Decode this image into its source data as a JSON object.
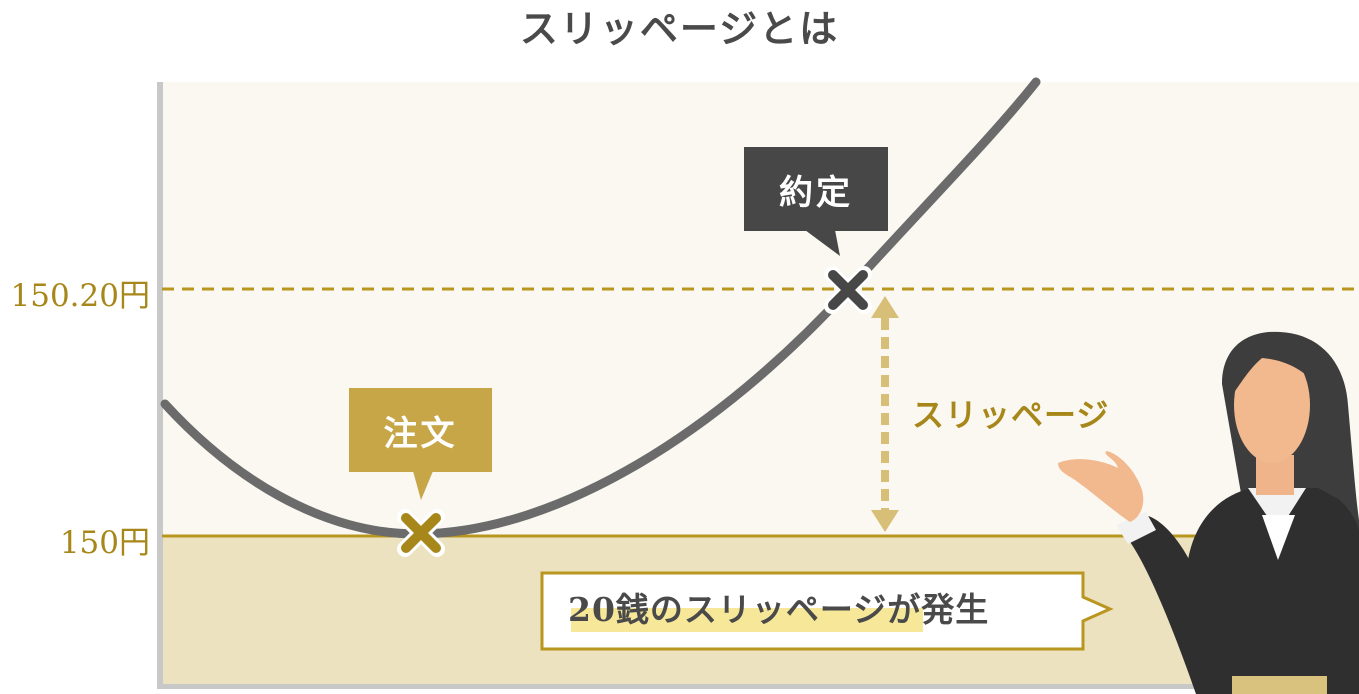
{
  "title": "スリッページとは",
  "price_levels": {
    "upper": "150.20円",
    "lower": "150円"
  },
  "markers": {
    "order": "注文",
    "execution": "約定"
  },
  "slippage_label": "スリッページ",
  "callout": {
    "highlight": "20銭のスリッページ",
    "rest": "が発生"
  },
  "colors": {
    "gold": "#a8871a",
    "gold_light": "#c7a647",
    "dark": "#474747",
    "panel_bg": "#faf8f1",
    "lower_band": "#ece2bf",
    "curve": "#6b6b6b"
  }
}
